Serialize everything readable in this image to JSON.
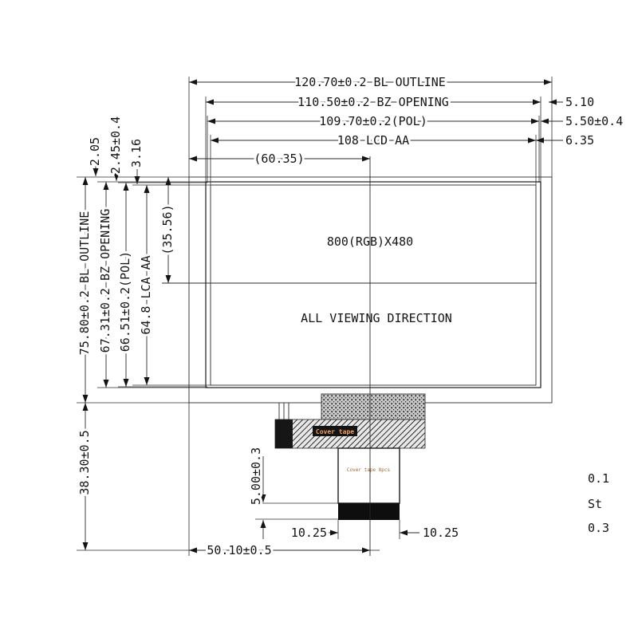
{
  "drawing": {
    "top_dims": {
      "bl": "120.70±0.2 BL OUTLINE",
      "bz": "110.50±0.2 BZ OPENING",
      "pol": "109.70±0.2(POL)",
      "aa": "108 LCD AA",
      "half": "(60.35)"
    },
    "right_dims": {
      "d1": "5.10",
      "d2": "5.50±0.4",
      "d3": "6.35"
    },
    "left_dims": {
      "bl": "75.80±0.2 BL OUTLINE",
      "bz": "67.31±0.2 BZ OPENING",
      "pol": "66.51±0.2(POL)",
      "aa": "64.8 LCA AA",
      "half": "(35.56)",
      "top1": "2.05",
      "top2": "2.45±0.4",
      "top3": "3.16"
    },
    "panel": {
      "resolution": "800(RGB)X480",
      "viewing_direction": "ALL VIEWING DIRECTION"
    },
    "bottom_dims": {
      "module_height": "38.30±0.5",
      "connector_height": "5.00±0.3",
      "offset_left": "10.25",
      "offset_right": "10.25",
      "connector_position": "50.10±0.5"
    },
    "fpc": {
      "top_label": "Cover tape",
      "tail_label": "Cover tape 8pcs"
    },
    "edge_notes": {
      "n1": "0.1",
      "n2": "St",
      "n3": "0.3"
    }
  }
}
